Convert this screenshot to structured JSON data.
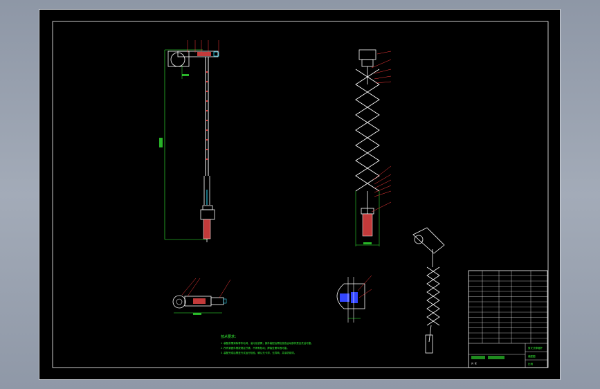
{
  "drawing": {
    "tech_requirements_title": "技术要求：",
    "tech_requirements": [
      "1.装配前需清除零件毛刺、油污及铁屑；部件装配后需检查各运动部件是否灵活可靠。",
      "2.所有紧固件需按规定拧紧，不得有松动；焊接处需牢固可靠。",
      "3.装配完成后需进行试运行检验，确认无卡滞、无异响，并涂防锈漆。"
    ],
    "title_block": {
      "rows": 14,
      "name_cells": [
        "剪叉式伸缩杆",
        "装配图",
        "比例",
        "共 张"
      ]
    }
  },
  "colors": {
    "background": "#000000",
    "frame": "#ffffff",
    "dimension": "#39ff39",
    "leader": "#ff3b3b",
    "part": "#ffffff",
    "accent_blue": "#3346ff",
    "accent_cyan": "#34e0ff",
    "tool_red": "#c23a3a"
  }
}
